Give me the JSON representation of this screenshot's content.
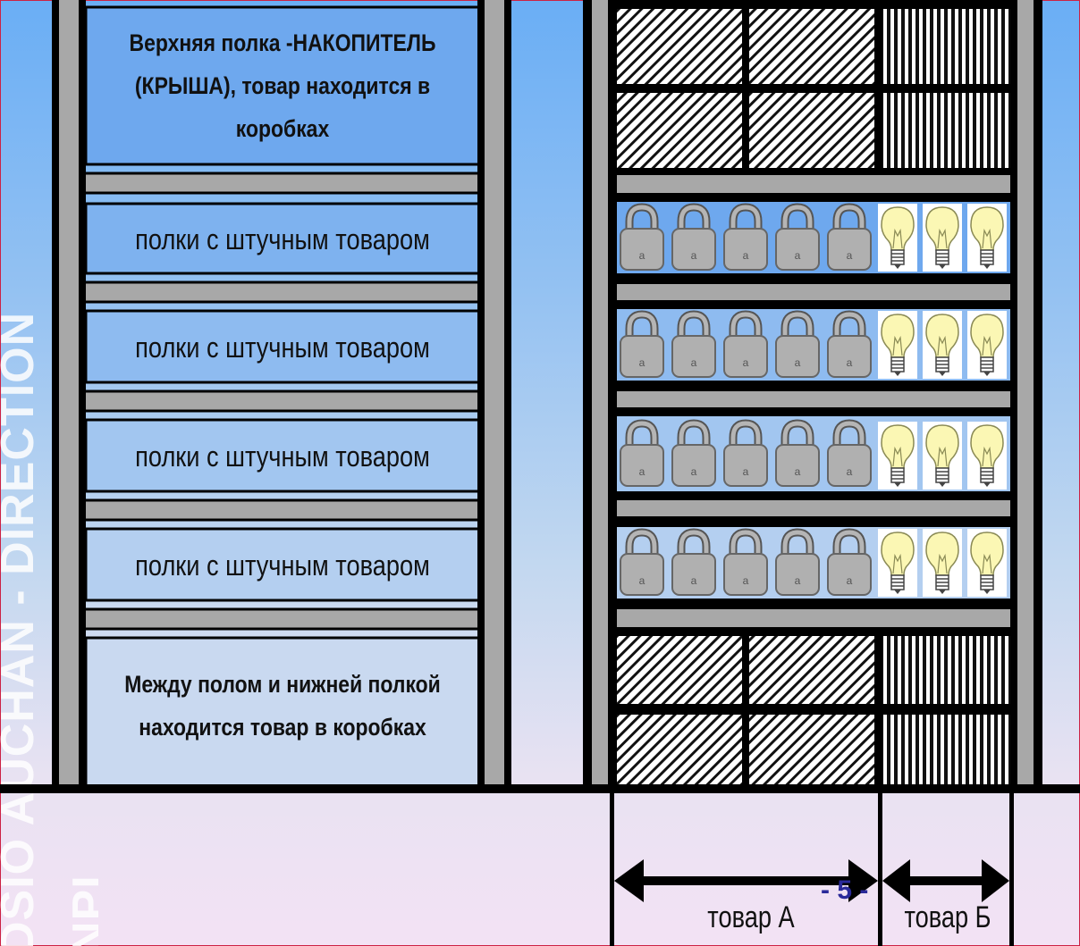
{
  "sidebar": {
    "line1": "DSIO AUCHAN - DIRECTION",
    "line2": "NPI"
  },
  "left_rack": {
    "top_label": "Верхняя полка -НАКОПИТЕЛЬ (КРЫША), товар находится в коробках",
    "shelf_labels": [
      "полки с штучным товаром",
      "полки с штучным товаром",
      "полки с штучным товаром",
      "полки с штучным товаром"
    ],
    "bottom_label": "Между полом и нижней полкой находится товар в коробках"
  },
  "right_rack": {
    "products": [
      "padlock-icon",
      "lightbulb-icon"
    ],
    "dimension_labels": {
      "product_a": "товар А",
      "product_b": "товар Б"
    }
  },
  "page_number": "- 5 -",
  "colors": {
    "frame": "#000000",
    "post": "#a8a8a8",
    "shelf_blue": "#6ea8ee",
    "floor_line": "#e8141c"
  }
}
